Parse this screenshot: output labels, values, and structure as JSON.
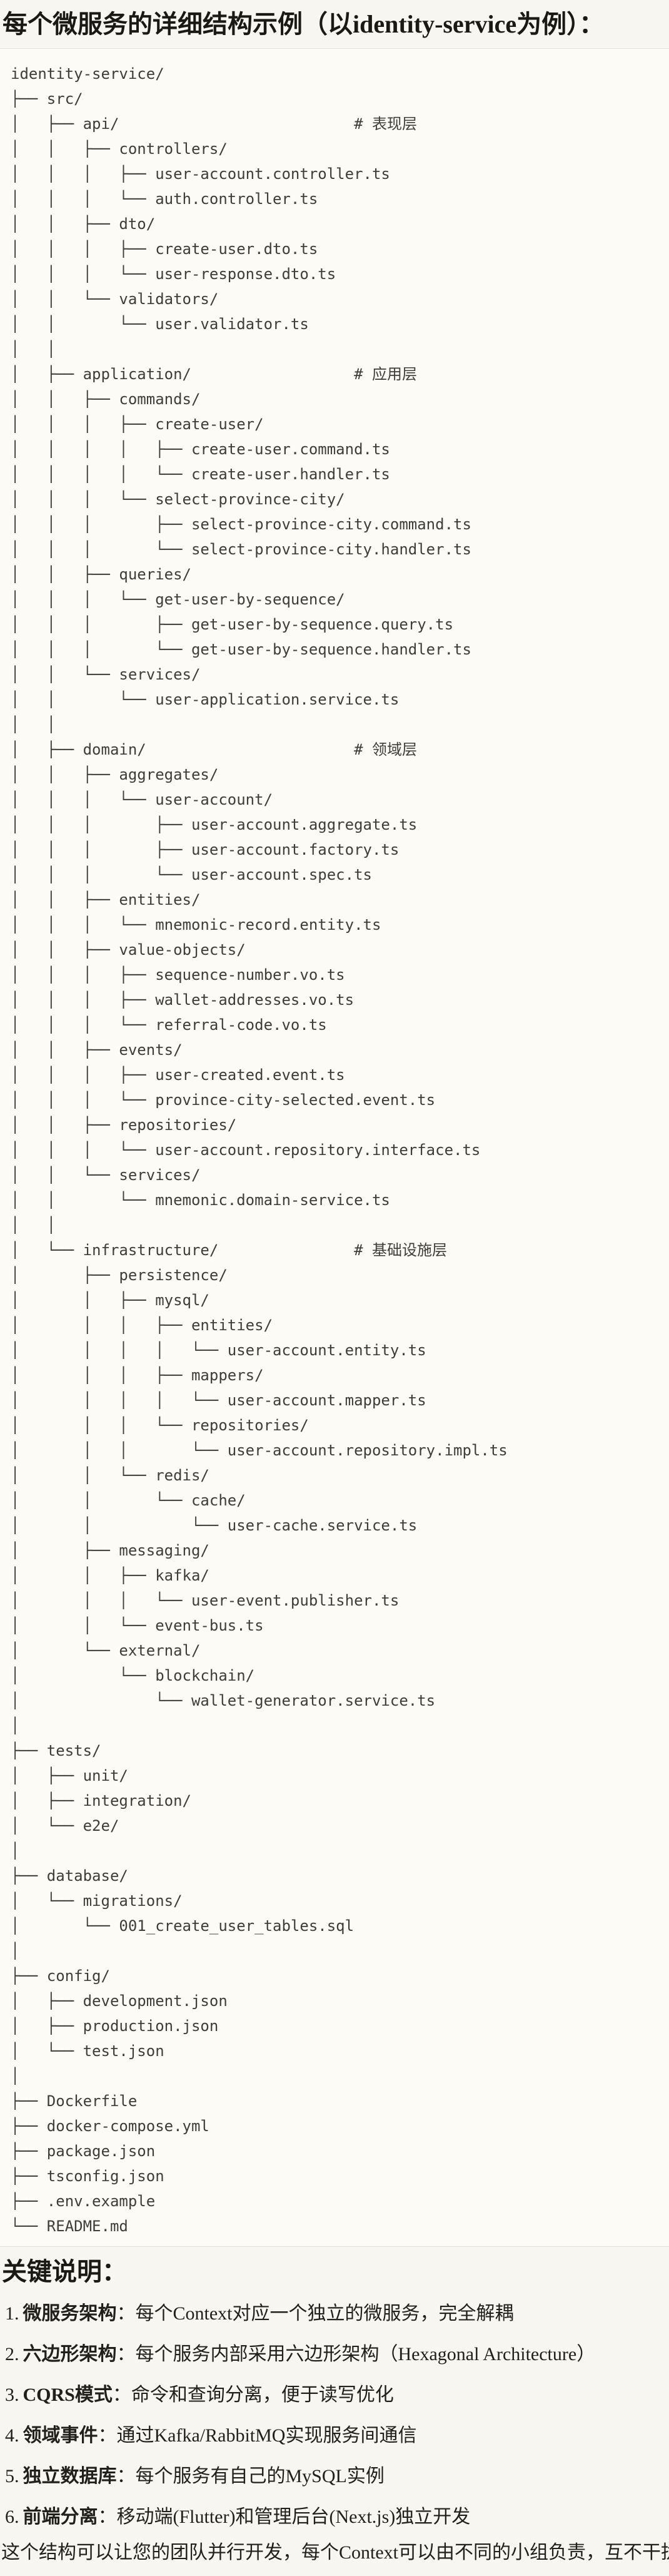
{
  "title": "每个微服务的详细结构示例（以identity-service为例）：",
  "tree": {
    "lines": [
      "identity-service/",
      "├── src/",
      "│   ├── api/                          # 表现层",
      "│   │   ├── controllers/",
      "│   │   │   ├── user-account.controller.ts",
      "│   │   │   └── auth.controller.ts",
      "│   │   ├── dto/",
      "│   │   │   ├── create-user.dto.ts",
      "│   │   │   └── user-response.dto.ts",
      "│   │   └── validators/",
      "│   │       └── user.validator.ts",
      "│   │",
      "│   ├── application/                  # 应用层",
      "│   │   ├── commands/",
      "│   │   │   ├── create-user/",
      "│   │   │   │   ├── create-user.command.ts",
      "│   │   │   │   └── create-user.handler.ts",
      "│   │   │   └── select-province-city/",
      "│   │   │       ├── select-province-city.command.ts",
      "│   │   │       └── select-province-city.handler.ts",
      "│   │   ├── queries/",
      "│   │   │   └── get-user-by-sequence/",
      "│   │   │       ├── get-user-by-sequence.query.ts",
      "│   │   │       └── get-user-by-sequence.handler.ts",
      "│   │   └── services/",
      "│   │       └── user-application.service.ts",
      "│   │",
      "│   ├── domain/                       # 领域层",
      "│   │   ├── aggregates/",
      "│   │   │   └── user-account/",
      "│   │   │       ├── user-account.aggregate.ts",
      "│   │   │       ├── user-account.factory.ts",
      "│   │   │       └── user-account.spec.ts",
      "│   │   ├── entities/",
      "│   │   │   └── mnemonic-record.entity.ts",
      "│   │   ├── value-objects/",
      "│   │   │   ├── sequence-number.vo.ts",
      "│   │   │   ├── wallet-addresses.vo.ts",
      "│   │   │   └── referral-code.vo.ts",
      "│   │   ├── events/",
      "│   │   │   ├── user-created.event.ts",
      "│   │   │   └── province-city-selected.event.ts",
      "│   │   ├── repositories/",
      "│   │   │   └── user-account.repository.interface.ts",
      "│   │   └── services/",
      "│   │       └── mnemonic.domain-service.ts",
      "│   │",
      "│   └── infrastructure/               # 基础设施层",
      "│       ├── persistence/",
      "│       │   ├── mysql/",
      "│       │   │   ├── entities/",
      "│       │   │   │   └── user-account.entity.ts",
      "│       │   │   ├── mappers/",
      "│       │   │   │   └── user-account.mapper.ts",
      "│       │   │   └── repositories/",
      "│       │   │       └── user-account.repository.impl.ts",
      "│       │   └── redis/",
      "│       │       └── cache/",
      "│       │           └── user-cache.service.ts",
      "│       ├── messaging/",
      "│       │   ├── kafka/",
      "│       │   │   └── user-event.publisher.ts",
      "│       │   └── event-bus.ts",
      "│       └── external/",
      "│           └── blockchain/",
      "│               └── wallet-generator.service.ts",
      "│",
      "├── tests/",
      "│   ├── unit/",
      "│   ├── integration/",
      "│   └── e2e/",
      "│",
      "├── database/",
      "│   └── migrations/",
      "│       └── 001_create_user_tables.sql",
      "│",
      "├── config/",
      "│   ├── development.json",
      "│   ├── production.json",
      "│   └── test.json",
      "│",
      "├── Dockerfile",
      "├── docker-compose.yml",
      "├── package.json",
      "├── tsconfig.json",
      "├── .env.example",
      "└── README.md"
    ]
  },
  "notes": {
    "heading": "关键说明：",
    "items": [
      {
        "num": "1.",
        "term": "微服务架构",
        "colon": "：",
        "desc": "每个Context对应一个独立的微服务，完全解耦"
      },
      {
        "num": "2.",
        "term": "六边形架构",
        "colon": "：",
        "desc": "每个服务内部采用六边形架构（Hexagonal Architecture）"
      },
      {
        "num": "3.",
        "term": "CQRS模式",
        "colon": "：",
        "desc": "命令和查询分离，便于读写优化"
      },
      {
        "num": "4.",
        "term": "领域事件",
        "colon": "：",
        "desc": "通过Kafka/RabbitMQ实现服务间通信"
      },
      {
        "num": "5.",
        "term": "独立数据库",
        "colon": "：",
        "desc": "每个服务有自己的MySQL实例"
      },
      {
        "num": "6.",
        "term": "前端分离",
        "colon": "：",
        "desc": "移动端(Flutter)和管理后台(Next.js)独立开发"
      }
    ],
    "closing": "这个结构可以让您的团队并行开发，每个Context可以由不同的小组负责，互不干扰。"
  },
  "theme": {
    "colors": {
      "page_bg": "#f7f6f1",
      "code_bg": "#fcfbf6",
      "code_border": "#e5e3d9",
      "code_text": "#3d3d3a",
      "heading_text": "#1a1915",
      "body_text": "#21201c"
    }
  }
}
